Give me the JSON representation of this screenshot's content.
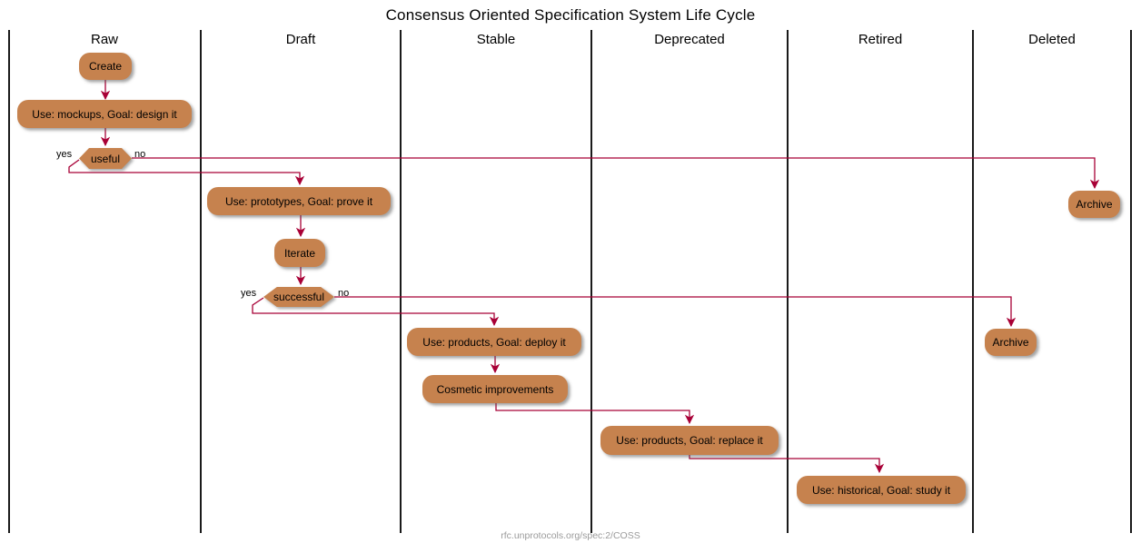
{
  "title": "Consensus Oriented Specification System Life Cycle",
  "footer": "rfc.unprotocols.org/spec:2/COSS",
  "lanes": [
    {
      "label": "Raw"
    },
    {
      "label": "Draft"
    },
    {
      "label": "Stable"
    },
    {
      "label": "Deprecated"
    },
    {
      "label": "Retired"
    },
    {
      "label": "Deleted"
    }
  ],
  "nodes": [
    {
      "label": "Create"
    },
    {
      "label": "Use: mockups, Goal: design it"
    },
    {
      "label": "Use: prototypes, Goal: prove it"
    },
    {
      "label": "Iterate"
    },
    {
      "label": "Use: products, Goal: deploy it"
    },
    {
      "label": "Cosmetic improvements"
    },
    {
      "label": "Use: products, Goal: replace it"
    },
    {
      "label": "Use: historical, Goal: study it"
    },
    {
      "label": "Archive"
    },
    {
      "label": "Archive"
    }
  ],
  "decisions": [
    {
      "label": "useful",
      "yes_label": "yes",
      "no_label": "no"
    },
    {
      "label": "successful",
      "yes_label": "yes",
      "no_label": "no"
    }
  ],
  "colors": {
    "background": "#FFFFFF",
    "node_fill": "#C6824E",
    "arrow": "#A80036",
    "lane_line": "#1A1A1A",
    "text": "#000000",
    "footer_text": "#9B9B9B"
  }
}
